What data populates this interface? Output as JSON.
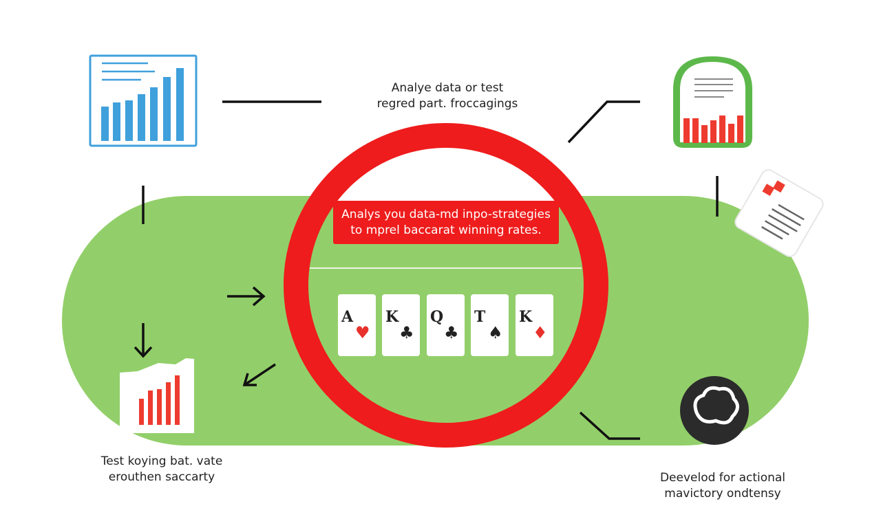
{
  "top_caption": {
    "line1": "Analye data or test",
    "line2": "regred part. froccagings"
  },
  "banner": {
    "line1": "Analys you data-md inpo-strategies",
    "line2": "to mprel baccarat winning rates."
  },
  "cards": [
    {
      "rank": "A",
      "suit": "♥",
      "color": "#e8312c"
    },
    {
      "rank": "K",
      "suit": "♣",
      "color": "#222222"
    },
    {
      "rank": "Q",
      "suit": "♣",
      "color": "#222222"
    },
    {
      "rank": "T",
      "suit": "♠",
      "color": "#222222"
    },
    {
      "rank": "K",
      "suit": "♦",
      "color": "#e8312c"
    }
  ],
  "bottom_left_caption": {
    "line1": "Test koying bat. vate",
    "line2": "erouthen saccarty"
  },
  "bottom_right_caption": {
    "line1": "Deevelod for actional",
    "line2": "mavictory ondtensy"
  },
  "colors": {
    "table_green": "#92cf6a",
    "ring_red": "#ee1c1c",
    "chart_blue": "#3fa0dc",
    "chart_red": "#ee3b2f",
    "dark": "#2b2b2b"
  }
}
